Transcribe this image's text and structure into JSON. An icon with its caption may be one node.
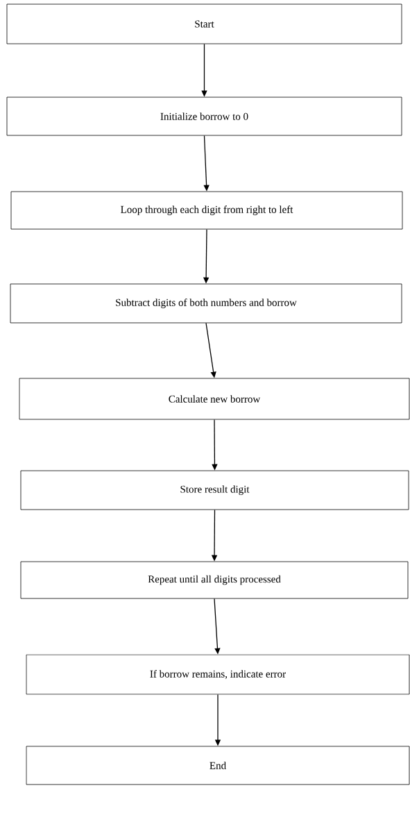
{
  "diagram": {
    "nodes": [
      {
        "text": [
          "Start"
        ]
      },
      {
        "text": [
          "Initialize borrow to 0"
        ]
      },
      {
        "text": [
          "Loop through each digit from right to left"
        ]
      },
      {
        "text": [
          "Subtract digits of both numbers and borrow"
        ]
      },
      {
        "text": [
          "Calculate new borrow"
        ]
      },
      {
        "text": [
          "Store result digit"
        ]
      },
      {
        "text": [
          "Repeat until all digits processed"
        ]
      },
      {
        "text": [
          "If borrow remains, indicate error"
        ]
      },
      {
        "text": [
          "End"
        ]
      }
    ],
    "edges": [
      {
        "from": 0,
        "to": 1,
        "arrow": "to"
      },
      {
        "from": 1,
        "to": 2,
        "arrow": "to"
      },
      {
        "from": 2,
        "to": 3,
        "arrow": "to"
      },
      {
        "from": 3,
        "to": 4,
        "arrow": "to"
      },
      {
        "from": 4,
        "to": 5,
        "arrow": "to"
      },
      {
        "from": 5,
        "to": 6,
        "arrow": "to"
      },
      {
        "from": 6,
        "to": 7,
        "arrow": "to"
      },
      {
        "from": 7,
        "to": 8,
        "arrow": "to"
      }
    ]
  }
}
